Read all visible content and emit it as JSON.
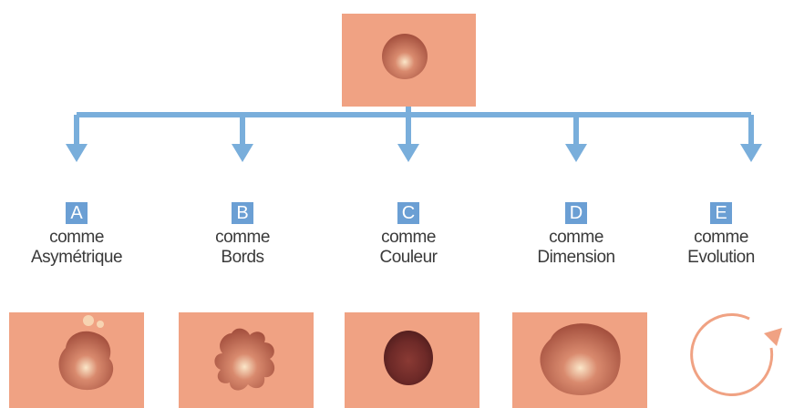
{
  "colors": {
    "skin": "#f0a283",
    "arrow": "#79aedb",
    "letter_bg": "#6b9fd4",
    "text": "#3a3a3a"
  },
  "criteria": [
    {
      "letter": "A",
      "line1": "comme",
      "line2": "Asymétrique",
      "icon": "asymmetric-mole-icon"
    },
    {
      "letter": "B",
      "line1": "comme",
      "line2": "Bords",
      "icon": "irregular-border-mole-icon"
    },
    {
      "letter": "C",
      "line1": "comme",
      "line2": "Couleur",
      "icon": "dark-color-mole-icon"
    },
    {
      "letter": "D",
      "line1": "comme",
      "line2": "Dimension",
      "icon": "large-mole-icon"
    },
    {
      "letter": "E",
      "line1": "comme",
      "line2": "Evolution",
      "icon": "circular-arrow-icon"
    }
  ]
}
